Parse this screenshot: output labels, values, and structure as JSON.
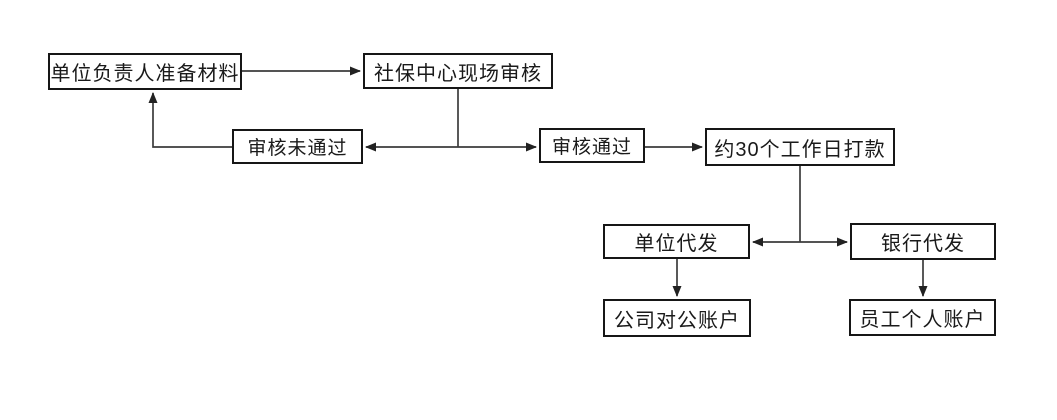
{
  "diagram": {
    "nodes": {
      "prepare": {
        "label": "单位负责人准备材料"
      },
      "onsite_review": {
        "label": "社保中心现场审核"
      },
      "review_failed": {
        "label": "审核未通过"
      },
      "review_passed": {
        "label": "审核通过"
      },
      "payment": {
        "label": "约30个工作日打款"
      },
      "company_payout": {
        "label": "单位代发"
      },
      "bank_payout": {
        "label": "银行代发"
      },
      "company_account": {
        "label": "公司对公账户"
      },
      "personal_account": {
        "label": "员工个人账户"
      }
    },
    "edges": [
      {
        "from": "prepare",
        "to": "onsite_review"
      },
      {
        "from": "onsite_review",
        "to": "review_failed"
      },
      {
        "from": "onsite_review",
        "to": "review_passed"
      },
      {
        "from": "review_failed",
        "to": "prepare"
      },
      {
        "from": "review_passed",
        "to": "payment"
      },
      {
        "from": "payment",
        "to": "company_payout"
      },
      {
        "from": "payment",
        "to": "bank_payout"
      },
      {
        "from": "company_payout",
        "to": "company_account"
      },
      {
        "from": "bank_payout",
        "to": "personal_account"
      }
    ],
    "colors": {
      "background": "#ffffff",
      "box_fill": "#ffffff",
      "box_border": "#161616",
      "line": "#3c3c3c",
      "text": "#1a1a1a"
    }
  }
}
